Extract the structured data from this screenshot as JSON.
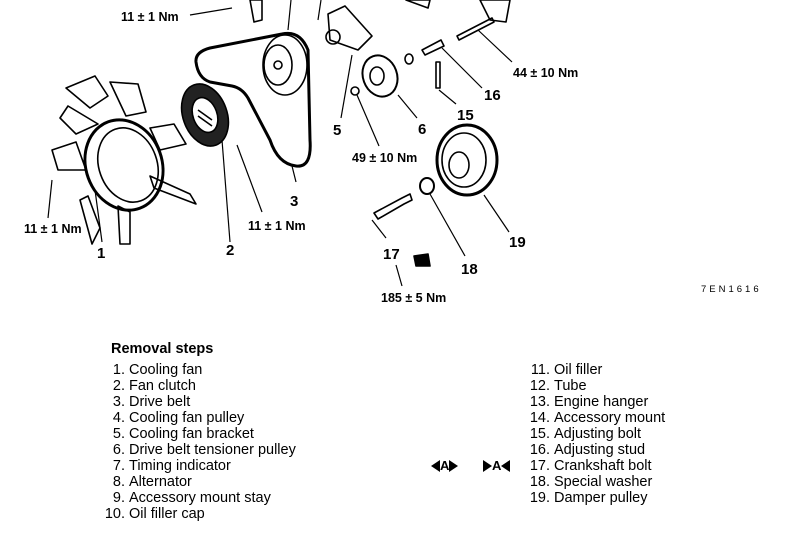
{
  "diagram": {
    "figure_code": "7EN1616",
    "part_labels": [
      {
        "id": "1",
        "text": "1"
      },
      {
        "id": "2",
        "text": "2"
      },
      {
        "id": "3",
        "text": "3"
      },
      {
        "id": "5",
        "text": "5"
      },
      {
        "id": "6",
        "text": "6"
      },
      {
        "id": "15",
        "text": "15"
      },
      {
        "id": "16",
        "text": "16"
      },
      {
        "id": "17",
        "text": "17"
      },
      {
        "id": "18",
        "text": "18"
      },
      {
        "id": "19",
        "text": "19"
      }
    ],
    "torque_specs": [
      {
        "id": "top",
        "text": "11 ± 1 Nm"
      },
      {
        "id": "fan",
        "text": "11 ± 1 Nm"
      },
      {
        "id": "clutch",
        "text": "11 ± 1 Nm"
      },
      {
        "id": "bracket",
        "text": "49 ± 10 Nm"
      },
      {
        "id": "mount",
        "text": "44 ± 10 Nm"
      },
      {
        "id": "crank",
        "text": "185 ± 5 Nm"
      }
    ]
  },
  "removal": {
    "title": "Removal steps",
    "steps_left": [
      {
        "n": "1.",
        "label": "Cooling fan"
      },
      {
        "n": "2.",
        "label": "Fan clutch"
      },
      {
        "n": "3.",
        "label": "Drive belt"
      },
      {
        "n": "4.",
        "label": "Cooling fan pulley"
      },
      {
        "n": "5.",
        "label": "Cooling fan bracket"
      },
      {
        "n": "6.",
        "label": "Drive belt tensioner pulley"
      },
      {
        "n": "7.",
        "label": "Timing indicator"
      },
      {
        "n": "8.",
        "label": "Alternator"
      },
      {
        "n": "9.",
        "label": "Accessory mount stay"
      },
      {
        "n": "10.",
        "label": "Oil filler cap"
      }
    ],
    "steps_right": [
      {
        "n": "11.",
        "label": "Oil filler"
      },
      {
        "n": "12.",
        "label": "Tube"
      },
      {
        "n": "13.",
        "label": "Engine hanger"
      },
      {
        "n": "14.",
        "label": "Accessory mount"
      },
      {
        "n": "15.",
        "label": "Adjusting bolt"
      },
      {
        "n": "16.",
        "label": "Adjusting stud"
      },
      {
        "n": "17.",
        "label": "Crankshaft bolt"
      },
      {
        "n": "18.",
        "label": "Special washer"
      },
      {
        "n": "19.",
        "label": "Damper pulley"
      }
    ],
    "markers": {
      "removal_letter": "A",
      "install_letter": "A"
    }
  }
}
